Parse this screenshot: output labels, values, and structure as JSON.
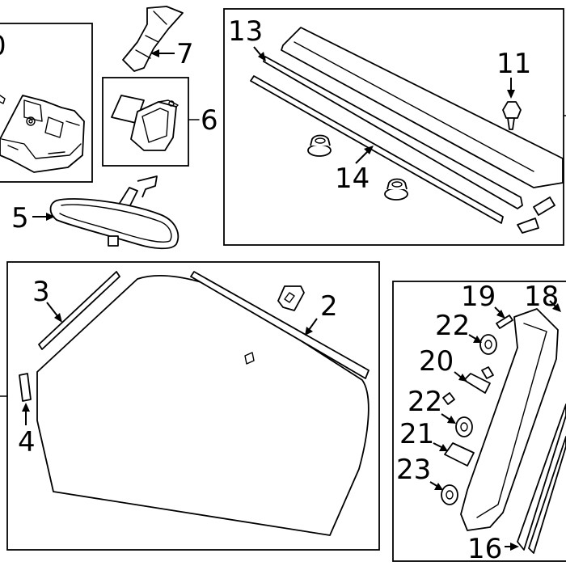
{
  "callouts": {
    "c2": "2",
    "c3": "3",
    "c4": "4",
    "c5": "5",
    "c6": "6",
    "c7": "7",
    "c11": "11",
    "c13": "13",
    "c14": "14",
    "c16": "16",
    "c18": "18",
    "c19": "19",
    "c20": "20",
    "c21": "21",
    "c22a": "22",
    "c22b": "22",
    "c23": "23",
    "c0": "0"
  }
}
